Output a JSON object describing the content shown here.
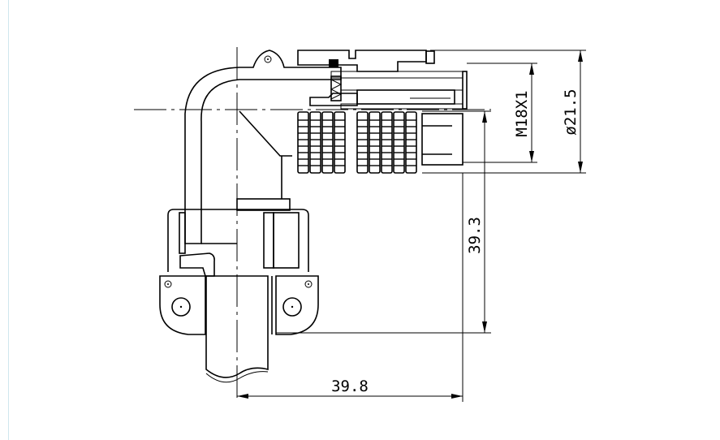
{
  "drawing": {
    "dimensions": {
      "thread": "M18X1",
      "diameter": "ø21.5",
      "height": "39.3",
      "width": "39.8"
    },
    "colors": {
      "line": "#000000",
      "background": "#ffffff"
    }
  }
}
